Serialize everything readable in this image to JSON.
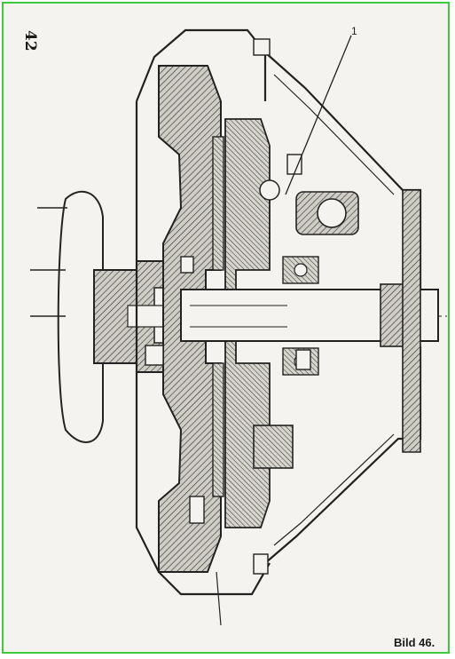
{
  "page": {
    "number": "42",
    "figure_caption": "Bild 46.",
    "callout_label": "1"
  },
  "colors": {
    "frame_border": "#3ec93e",
    "paper": "#f4f3ef",
    "ink": "#1a1a1a"
  }
}
